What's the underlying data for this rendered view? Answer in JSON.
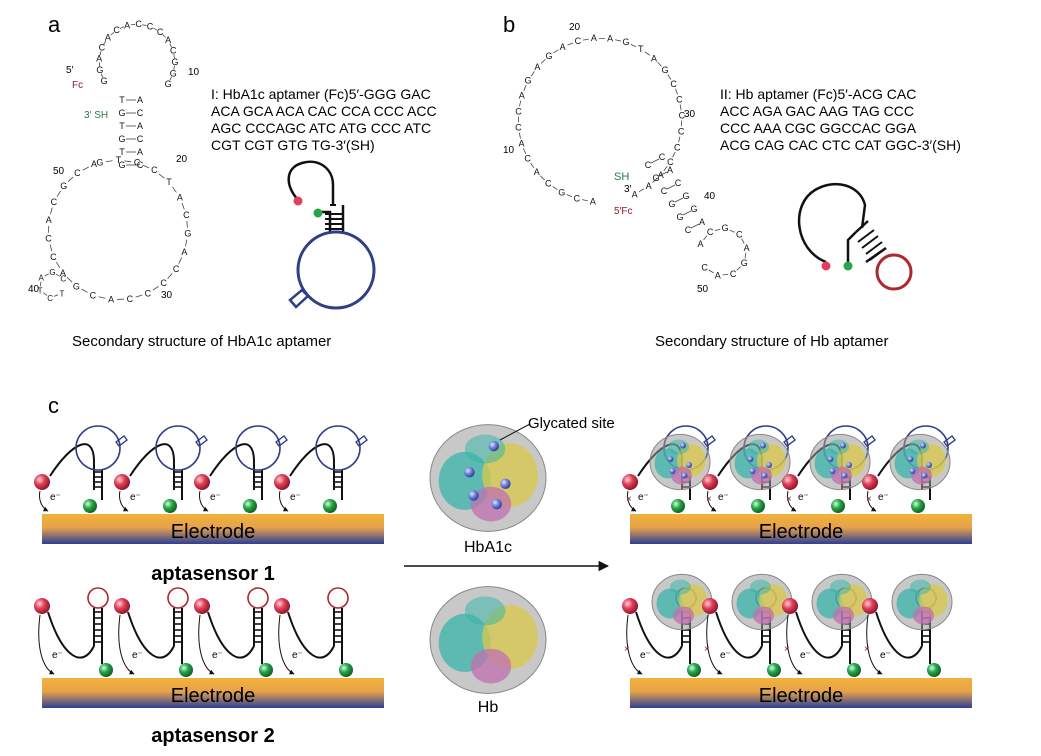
{
  "panels": {
    "a": {
      "letter": "a",
      "caption": "Secondary structure of HbA1c aptamer",
      "seq_lines": [
        "I: HbA1c aptamer (Fc)5′-GGG GAC",
        "ACA GCA ACA CAC CCA CCC ACC",
        "AGC CCCAGC ATC ATG CCC ATC",
        "CGT CGT GTG TG-3′(SH)"
      ],
      "five_prime": "5′",
      "fc": "Fc",
      "three_prime_sh": "3′ SH",
      "position_numbers": [
        "10",
        "20",
        "30",
        "40",
        "50"
      ],
      "loop_bases_top": [
        "G",
        "G",
        "A",
        "C",
        "A",
        "C",
        "A",
        "C",
        "C",
        "C",
        "A",
        "C",
        "G",
        "G",
        "G"
      ],
      "stem_pairs": [
        [
          "T",
          "A"
        ],
        [
          "G",
          "C"
        ],
        [
          "T",
          "A"
        ],
        [
          "G",
          "C"
        ],
        [
          "T",
          "A"
        ],
        [
          "G",
          "C"
        ]
      ],
      "loop_bases_big": [
        "G",
        "T",
        "C",
        "C",
        "T",
        "A",
        "C",
        "G",
        "A",
        "C",
        "C",
        "C",
        "C",
        "A",
        "C",
        "G",
        "A",
        "C",
        "C",
        "A",
        "C",
        "G",
        "C",
        "A"
      ],
      "hairpin_bases": [
        "T",
        "C",
        "T",
        "A",
        "G",
        "C"
      ]
    },
    "b": {
      "letter": "b",
      "caption": "Secondary structure of Hb aptamer",
      "seq_lines": [
        "II: Hb aptamer (Fc)5′-ACG CAC",
        "ACC AGA GAC AAG TAG CCC",
        "CCC AAA CGC GGCCAC GGA",
        "ACG CAG CAC CTC CAT GGC-3′(SH)"
      ],
      "sh": "SH",
      "three_prime": "3′",
      "five_prime_fc": "5′Fc",
      "position_numbers": [
        "10",
        "20",
        "30",
        "40",
        "50"
      ],
      "loop_bases": [
        "A",
        "C",
        "G",
        "C",
        "A",
        "C",
        "A",
        "C",
        "C",
        "A",
        "G",
        "A",
        "G",
        "A",
        "C",
        "A",
        "A",
        "G",
        "T",
        "A",
        "G",
        "C",
        "C",
        "C",
        "C",
        "C",
        "C",
        "A",
        "A",
        "A"
      ],
      "stem_bases": [
        "C",
        "G",
        "C",
        "G",
        "G",
        "C",
        "C",
        "A",
        "C",
        "G",
        "G",
        "A"
      ],
      "hairpin_bases": [
        "A",
        "C",
        "G",
        "C",
        "A",
        "G",
        "C",
        "A",
        "C"
      ]
    },
    "c": {
      "letter": "c",
      "electrode_label": "Electrode",
      "sensor1_label": "aptasensor 1",
      "sensor2_label": "aptasensor 2",
      "glycated_label": "Glycated site",
      "hba1c_label": "HbA1c",
      "hb_label": "Hb",
      "electron_label": "e⁻",
      "block_mark": "×"
    }
  },
  "colors": {
    "hba1c_aptamer": "#2e3f86",
    "hb_hairpin": "#b02530",
    "fc_text": "#8b1d2c",
    "sh_text": "#2a7a45",
    "fc_ball": "#e0405a",
    "sh_ball": "#27a54a",
    "electrode_top": "#f0a020",
    "electrode_bottom": "#2c3f97",
    "protein_gray": "#9a9a9a",
    "helix_cyan": "#2fb3a8",
    "helix_yellow": "#d9c84a",
    "helix_pink": "#c070b0",
    "glycated_site": "#6a7fd8"
  }
}
